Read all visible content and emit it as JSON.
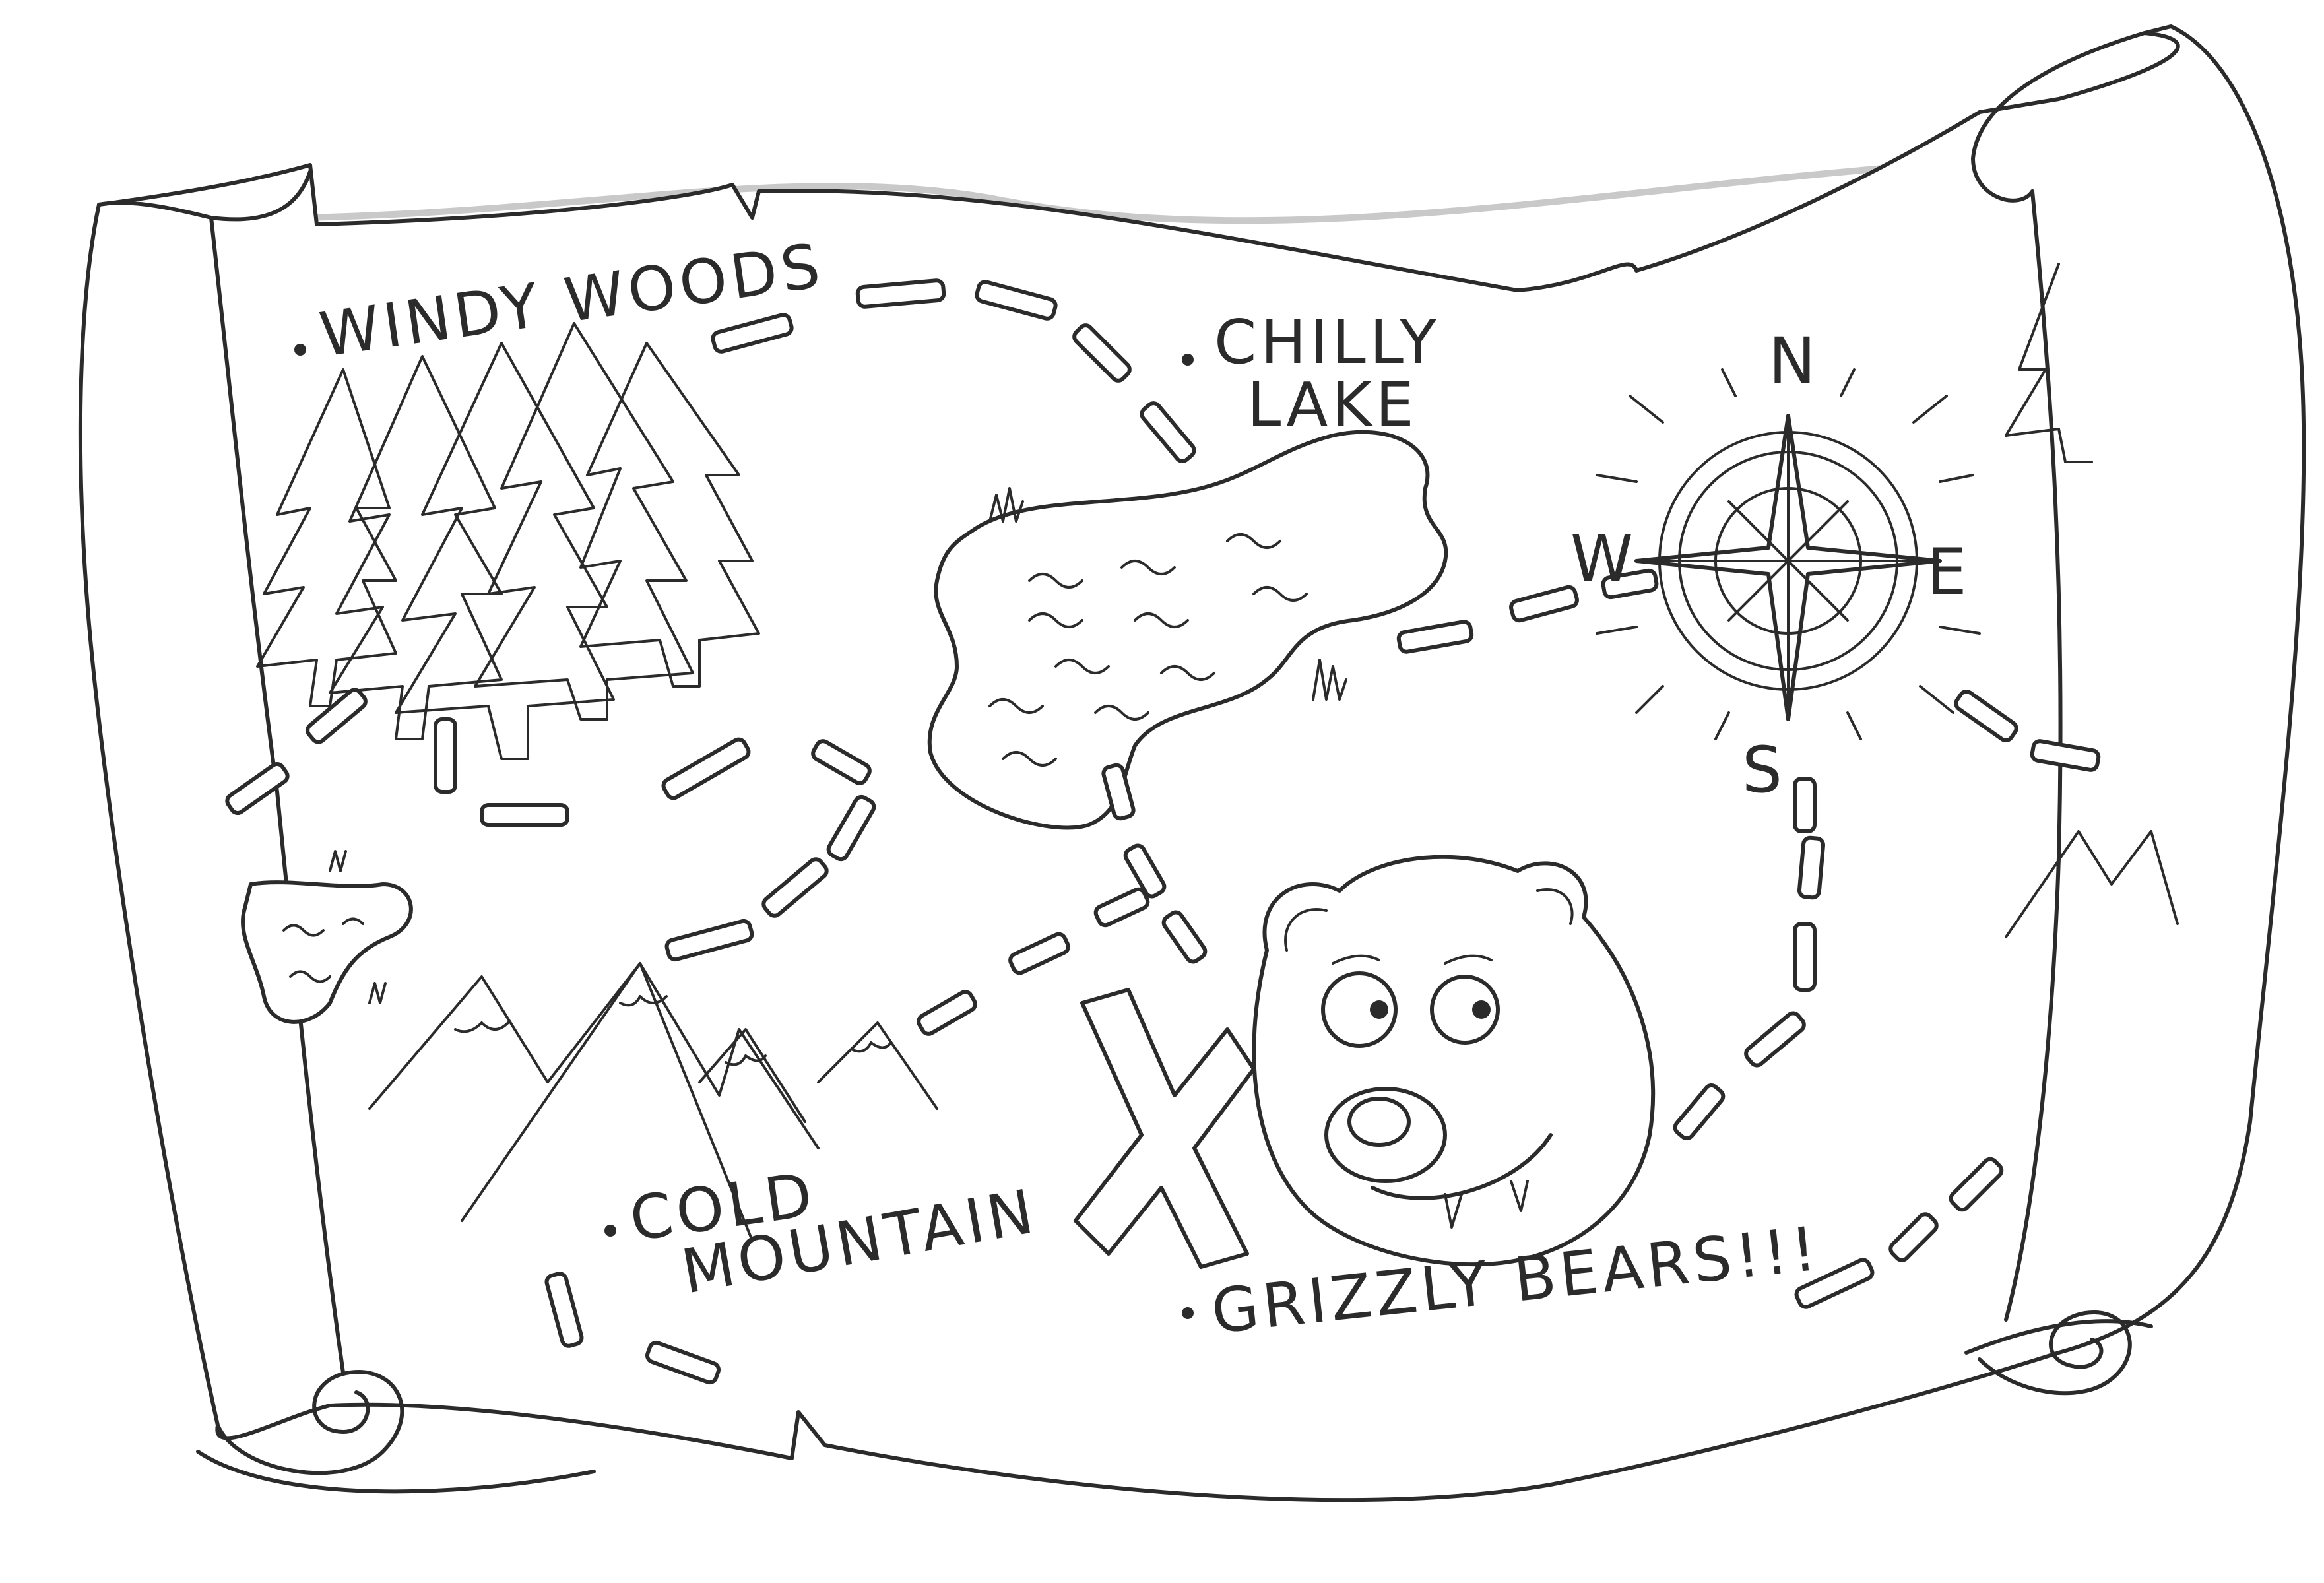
{
  "map": {
    "labels": {
      "windy_woods": "WINDY WOODS",
      "chilly_lake_1": "CHILLY",
      "chilly_lake_2": "LAKE",
      "cold_mountain_1": "COLD",
      "cold_mountain_2": "MOUNTAIN",
      "grizzly_bears": "GRIZZLY BEARS!!!"
    },
    "compass": {
      "north": "N",
      "south": "S",
      "east": "E",
      "west": "W"
    },
    "marker": "X",
    "ink_color": "#2b2b2b",
    "shadow_color": "#c9c9c9",
    "paper_color": "#ffffff"
  }
}
